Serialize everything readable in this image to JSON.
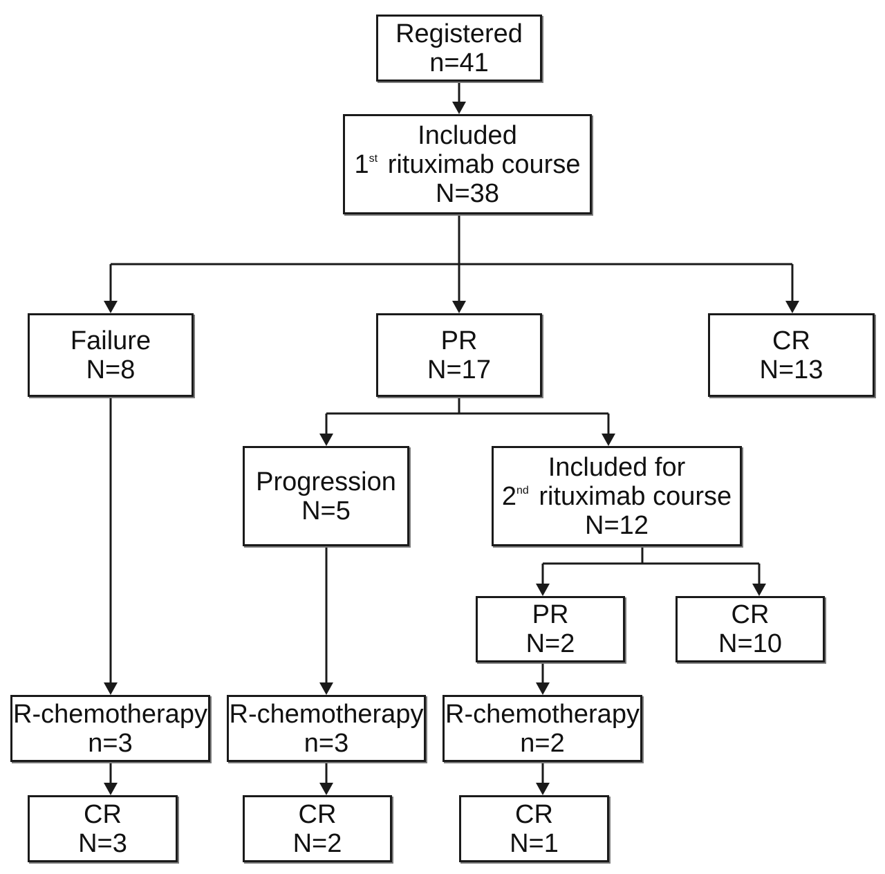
{
  "nodes": {
    "registered": {
      "lines": [
        "Registered",
        "n=41"
      ]
    },
    "included1": {
      "line1": "Included",
      "ord_num": "1",
      "ord_sup": "st",
      "course": "rituximab course",
      "n": "N=38"
    },
    "failure": {
      "lines": [
        "Failure",
        "N=8"
      ]
    },
    "pr1": {
      "lines": [
        "PR",
        "N=17"
      ]
    },
    "cr1": {
      "lines": [
        "CR",
        "N=13"
      ]
    },
    "progression": {
      "lines": [
        "Progression",
        "N=5"
      ]
    },
    "included2": {
      "line1": "Included for",
      "ord_num": "2",
      "ord_sup": "nd",
      "course": "rituximab course",
      "n": "N=12"
    },
    "pr2": {
      "lines": [
        "PR",
        "N=2"
      ]
    },
    "cr2": {
      "lines": [
        "CR",
        "N=10"
      ]
    },
    "rchemo_failure": {
      "lines": [
        "R-chemotherapy",
        "n=3"
      ]
    },
    "rchemo_progression": {
      "lines": [
        "R-chemotherapy",
        "n=3"
      ]
    },
    "rchemo_pr": {
      "lines": [
        "R-chemotherapy",
        "n=2"
      ]
    },
    "cr_failure": {
      "lines": [
        "CR",
        "N=3"
      ]
    },
    "cr_progression": {
      "lines": [
        "CR",
        "N=2"
      ]
    },
    "cr_pr": {
      "lines": [
        "CR",
        "N=1"
      ]
    }
  }
}
